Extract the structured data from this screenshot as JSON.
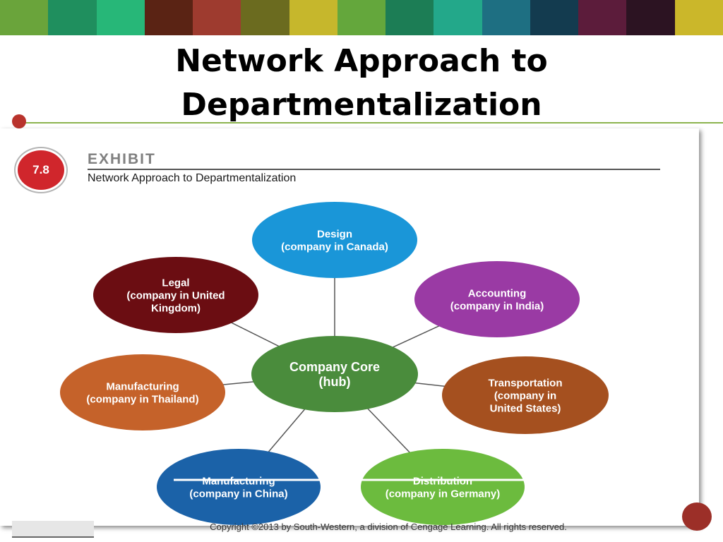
{
  "slide": {
    "title_line1": "Network Approach to",
    "title_line2": "Departmentalization"
  },
  "exhibit": {
    "badge": "7.8",
    "label": "EXHIBIT",
    "caption": "Network Approach to Departmentalization"
  },
  "diagram": {
    "hub": {
      "line1": "Company Core",
      "line2": "(hub)",
      "color": "#4a8c3c"
    },
    "nodes": [
      {
        "id": "design",
        "lines": [
          "Design",
          "(company in Canada)"
        ],
        "color": "#1a96d8"
      },
      {
        "id": "accounting",
        "lines": [
          "Accounting",
          "(company in India)"
        ],
        "color": "#9a3aa4"
      },
      {
        "id": "transportation",
        "lines": [
          "Transportation",
          "(company in",
          "United States)"
        ],
        "color": "#a5501f"
      },
      {
        "id": "distribution",
        "lines": [
          "Distribution",
          "(company in Germany)"
        ],
        "color": "#6cbb3e"
      },
      {
        "id": "manufacturing-china",
        "lines": [
          "Manufacturing",
          "(company in China)"
        ],
        "color": "#1b62a8"
      },
      {
        "id": "manufacturing-thailand",
        "lines": [
          "Manufacturing",
          "(company in Thailand)"
        ],
        "color": "#c5622a"
      },
      {
        "id": "legal",
        "lines": [
          "Legal",
          "(company in United",
          "Kingdom)"
        ],
        "color": "#6b0d12"
      }
    ]
  },
  "footer": {
    "copyright": "Copyright ©2013 by South-Western, a division of Cengage Learning. All rights reserved."
  },
  "theme": {
    "band_colors": [
      "#6aa43b",
      "#1f8f5e",
      "#27b778",
      "#5a2314",
      "#9e3b2f",
      "#6b6b1f",
      "#c6b72c",
      "#64a73c",
      "#1c7d55",
      "#23a88a",
      "#1e6f82",
      "#133b4f",
      "#5c1c3b",
      "#2c1322",
      "#cbb72a"
    ],
    "accent": "#8cb34e"
  }
}
